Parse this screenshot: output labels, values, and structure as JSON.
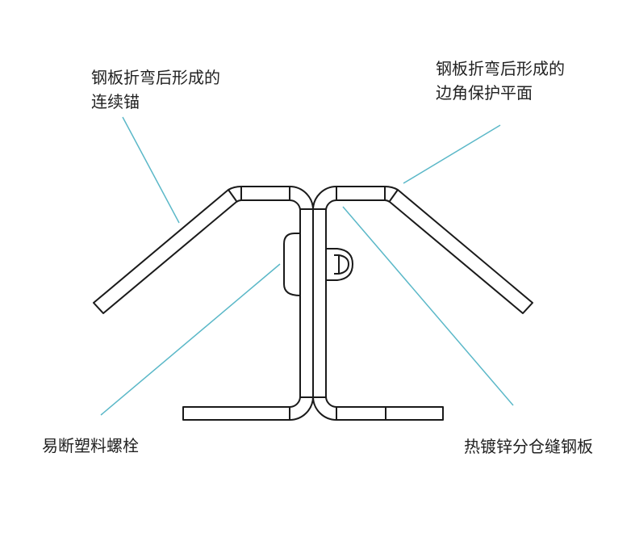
{
  "labels": {
    "continuous_anchor": {
      "line1": "钢板折弯后形成的",
      "line2": "连续锚"
    },
    "corner_protection": {
      "line1": "钢板折弯后形成的",
      "line2": "边角保护平面"
    },
    "plastic_bolt": "易断塑料螺栓",
    "galvanized_plate": "热镀锌分仓缝钢板"
  },
  "colors": {
    "stroke": "#1a1a1a",
    "leader": "#5bb8c8"
  }
}
